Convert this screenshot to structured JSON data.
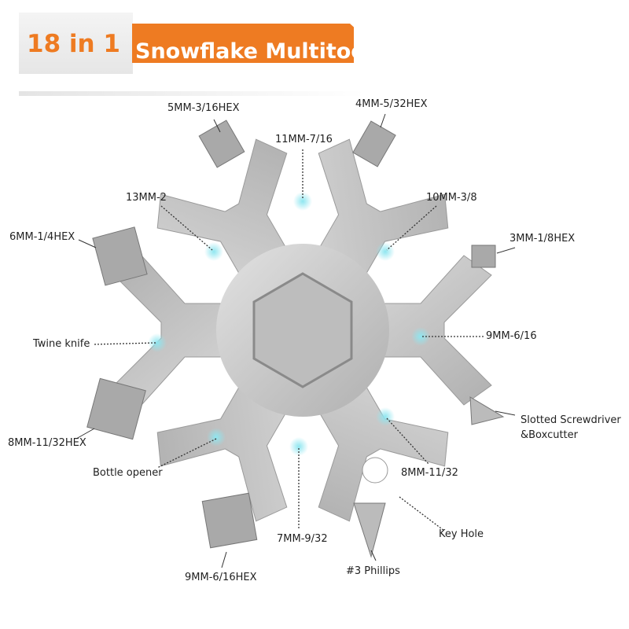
{
  "banner": {
    "badge": "18 in 1",
    "title": "Snowflake Multitool",
    "accent": "#ee7b22"
  },
  "labels": {
    "hex5": "5MM-3/16HEX",
    "hex4": "4MM-5/32HEX",
    "w11": "11MM-7/16",
    "w13": "13MM-2",
    "w10": "10MM-3/8",
    "hex6": "6MM-1/4HEX",
    "hex3": "3MM-1/8HEX",
    "twine": "Twine knife",
    "w9": "9MM-6/16",
    "slot1": "Slotted Screwdriver",
    "slot2": "&Boxcutter",
    "hex8": "8MM-11/32HEX",
    "w8": "8MM-11/32",
    "bottle": "Bottle opener",
    "key": "Key Hole",
    "w7": "7MM-9/32",
    "hex9": "9MM-6/16HEX",
    "phillips": "#3 Phillips"
  }
}
